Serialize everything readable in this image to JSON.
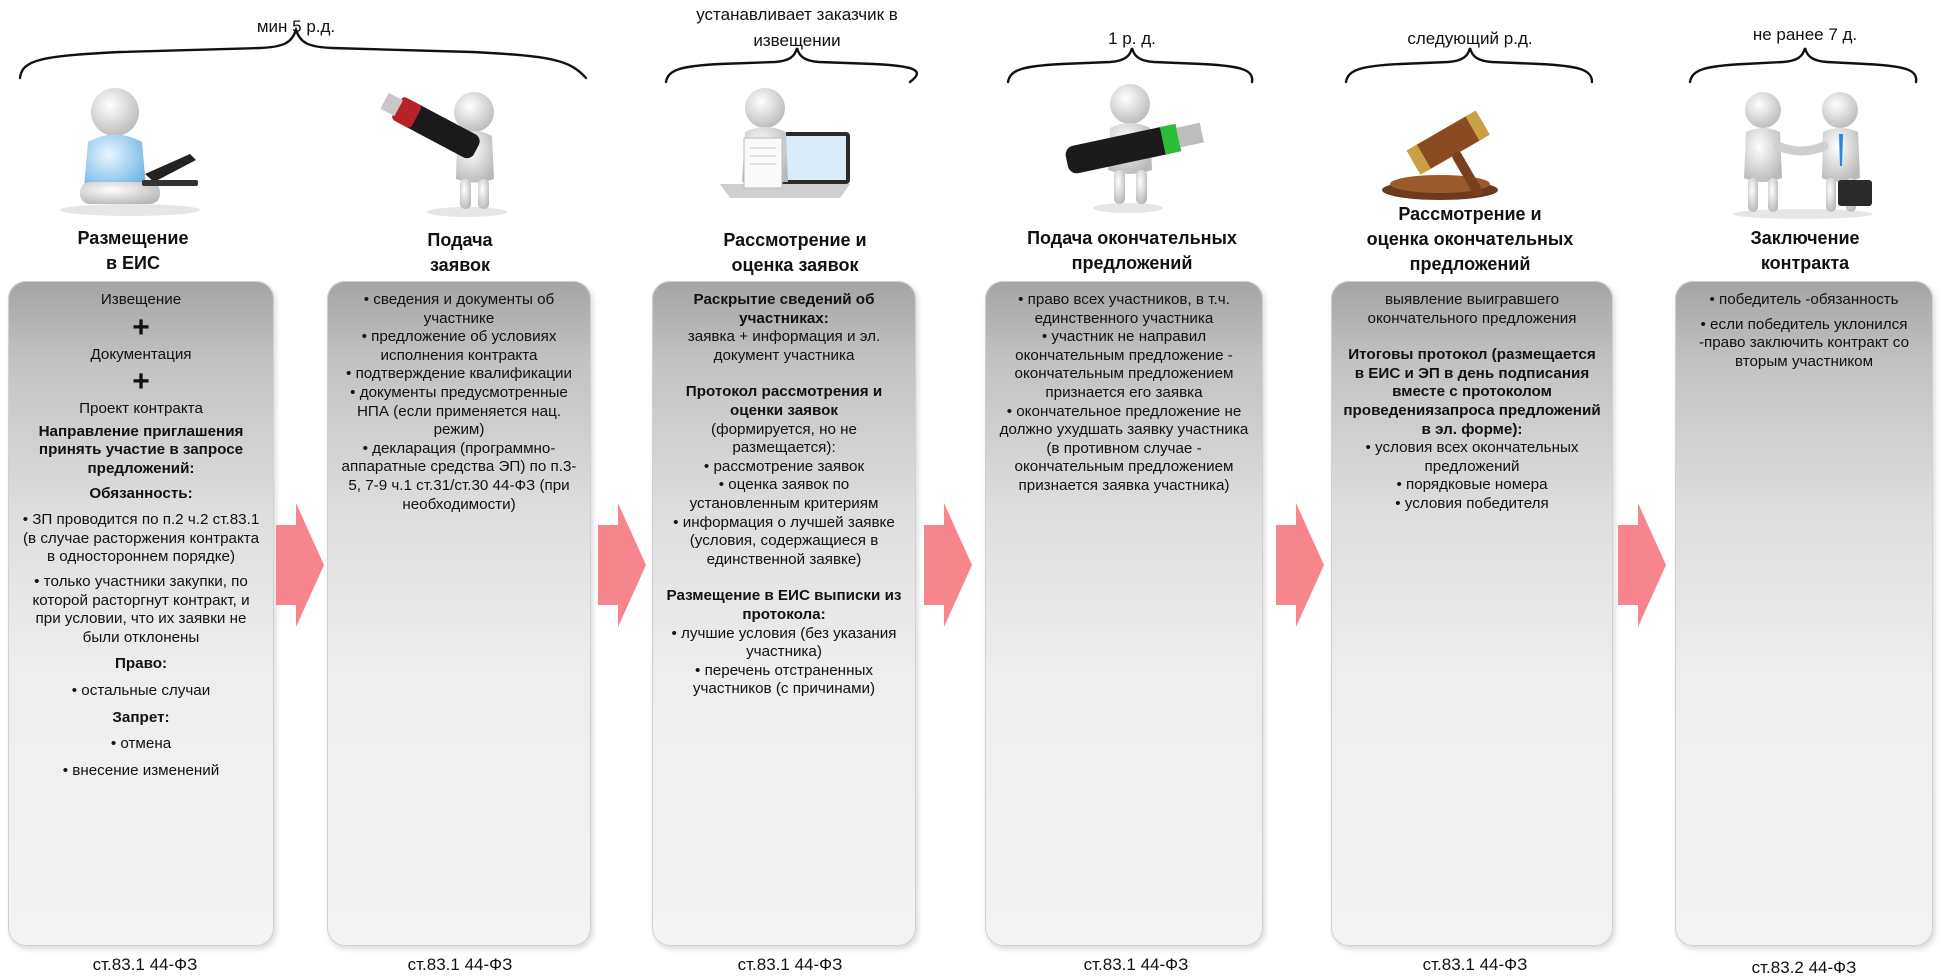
{
  "braces": [
    {
      "label": "мин 5 р.д."
    },
    {
      "label_line1": "устанавливает заказчик в",
      "label_line2": "извещении"
    },
    {
      "label": "1 р. д."
    },
    {
      "label": "следующий р.д."
    },
    {
      "label": "не ранее 7 д."
    }
  ],
  "stages": [
    {
      "title_line1": "Размещение",
      "title_line2": "в ЕИС",
      "figure": "person-at-laptop",
      "items": {
        "notice": "Извещение",
        "plus": "+",
        "docs": "Документация",
        "contract_draft": "Проект контракта",
        "invite_head": "Направление приглашения принять участие в запросе предложений:",
        "duty_head": "Обязанность:",
        "duty_1": "• ЗП проводится по п.2 ч.2 ст.83.1 (в случае расторжения контракта в одностороннем порядке)",
        "duty_2": "• только участники закупки, по которой расторгнут контракт, и при условии, что их заявки не были отклонены",
        "right_head": "Право:",
        "right_1": "• остальные случаи",
        "ban_head": "Запрет:",
        "ban_1": "• отмена",
        "ban_2": "• внесение изменений"
      },
      "footer": "ст.83.1 44-ФЗ"
    },
    {
      "title_line1": "Подача",
      "title_line2": "заявок",
      "figure": "person-carrying-usb-drive",
      "items": {
        "i1": "• сведения и документы об участнике",
        "i2": "• предложение об условиях исполнения контракта",
        "i3": "• подтверждение квалификации",
        "i4": "• документы предусмотренные НПА (если применяется нац. режим)",
        "i5": "• декларация (программно-аппаратные средства ЭП) по п.3-5, 7-9 ч.1 ст.31/ст.30 44-ФЗ (при необходимости)"
      },
      "footer": "ст.83.1 44-ФЗ"
    },
    {
      "title_line1": "Рассмотрение и",
      "title_line2": "оценка заявок",
      "figure": "person-with-laptop-and-document",
      "items": {
        "open_head": "Раскрытие сведений об участниках:",
        "open_text": "заявка + информация и эл. документ участника",
        "proto_head": "Протокол рассмотрения и оценки заявок",
        "proto_note": "(формируется, но не размещается):",
        "p1": "• рассмотрение заявок",
        "p2": "• оценка заявок по установленным критериям",
        "p3": "• информация о лучшей заявке (условия, содержащиеся в единственной заявке)",
        "eis_head": "Размещение в ЕИС выписки из протокола:",
        "e1": "• лучшие условия (без указания участника)",
        "e2": "• перечень отстраненных участников (с причинами)"
      },
      "footer": "ст.83.1 44-ФЗ"
    },
    {
      "title_line1": "Подача окончательных",
      "title_line2": "предложений",
      "figure": "person-holding-green-usb",
      "items": {
        "i1": "• право всех участников, в т.ч. единственного участника",
        "i2": "• участник не направил окончательным предложение - окончательным предложением признается его заявка",
        "i3": "• окончательное предложение не должно ухудшать заявку участника (в противном случае - окончательным предложением признается заявка участника)"
      },
      "footer": "ст.83.1 44-ФЗ"
    },
    {
      "title_line1": "Рассмотрение и",
      "title_line2": "оценка окончательных",
      "title_line3": "предложений",
      "figure": "gavel-icon",
      "items": {
        "intro": "выявление выигравшего окончательного предложения",
        "proto_head": "Итоговы протокол (размещается в ЕИС и ЭП в день подписания вместе с протоколом проведениязапроса предложений в эл. форме):",
        "p1": "• условия всех окончательных предложений",
        "p2": "• порядковые номера",
        "p3": "• условия победителя"
      },
      "footer": "ст.83.1 44-ФЗ"
    },
    {
      "title_line1": "Заключение",
      "title_line2": "контракта",
      "figure": "two-people-handshake",
      "items": {
        "i1": "• победитель -обязанность",
        "i2": "• если победитель уклонился -право заключить контракт со вторым участником"
      },
      "footer": "ст.83.2 44-ФЗ"
    }
  ],
  "colors": {
    "arrow": "#f4707a",
    "brace": "#111111",
    "box_top": "#a4a4a4",
    "box_bottom": "#f4f4f4"
  }
}
